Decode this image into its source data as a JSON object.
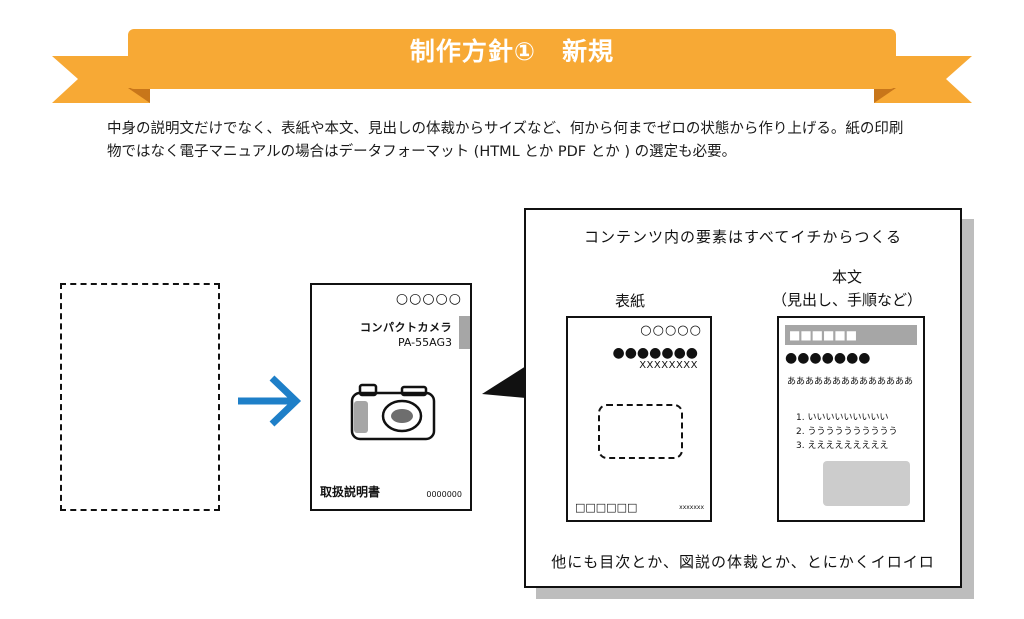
{
  "banner": {
    "title": "制作方針①　新規",
    "ribbon_color": "#F7A935",
    "ribbon_fold_color": "#C8761A"
  },
  "intro": {
    "text": "中身の説明文だけでなく、表紙や本文、見出しの体裁からサイズなど、何から何までゼロの状態から作り上げる。紙の印刷物ではなく電子マニュアルの場合はデータフォーマット (HTML とか PDF とか ) の選定も必要。"
  },
  "arrow": {
    "color": "#1E7FC8",
    "icon": "arrow-right-icon"
  },
  "manual": {
    "circles": "○○○○○",
    "product_name": "コンパクトカメラ",
    "model": "PA-55AG3",
    "title": "取扱説明書",
    "code": "0000000",
    "icon": "camera-icon"
  },
  "content_box": {
    "heading": "コンテンツ内の要素はすべてイチからつくる",
    "footer": "他にも目次とか、図説の体裁とか、とにかくイロイロ",
    "cover": {
      "label": "表紙",
      "circles": "○○○○○",
      "dots": "●●●●●●●",
      "xs": "XXXXXXXX",
      "squares": "□□□□□□",
      "small_xs": "xxxxxxx"
    },
    "body": {
      "label": "本文",
      "sublabel": "（見出し、手順など）",
      "header_squares": "■■■■■■",
      "dots": "●●●●●●●",
      "paragraph": "ああああああああああああああ",
      "list": [
        "1. いいいいいいいいい",
        "2. うううううううううう",
        "3. えええええええええ"
      ]
    }
  }
}
